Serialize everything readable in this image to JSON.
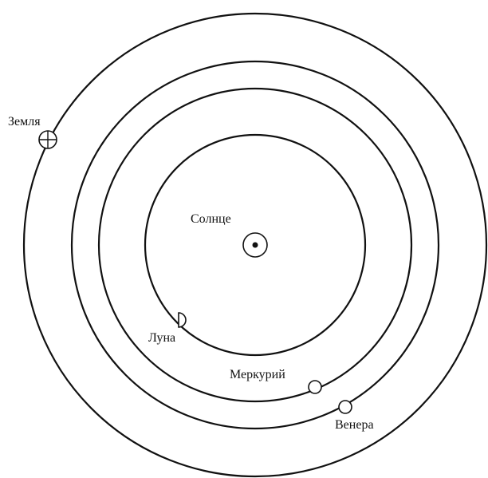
{
  "labels": {
    "sun": "Солнце",
    "earth": "Земля",
    "moon": "Луна",
    "mercury": "Меркурий",
    "venus": "Венера"
  },
  "colors": {
    "ink": "#111111",
    "background": "#ffffff"
  },
  "icons": {
    "sun": "circled-dot-icon",
    "earth": "circled-cross-icon",
    "moon": "half-moon-icon",
    "mercury": "planet-circle-icon",
    "venus": "planet-circle-icon"
  }
}
